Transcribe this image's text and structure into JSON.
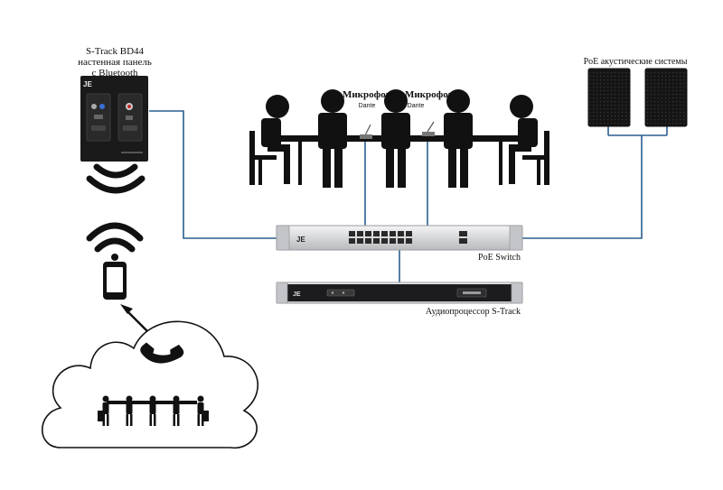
{
  "panel": {
    "title": "S-Track BD44",
    "line2": "настенная панель",
    "line3": "с Bluetooth"
  },
  "microphones": [
    {
      "label": "Микрофон",
      "sublabel": "Dante"
    },
    {
      "label": "Микрофон",
      "sublabel": "Dante"
    }
  ],
  "speakers": {
    "label": "PoE акустические системы"
  },
  "switch": {
    "label": "PoE Switch"
  },
  "processor": {
    "label": "Аудиопроцессор S-Track"
  },
  "colors": {
    "link": "#2a5f8f",
    "device": "#1a1a1a",
    "rack": "#d9dadc"
  }
}
